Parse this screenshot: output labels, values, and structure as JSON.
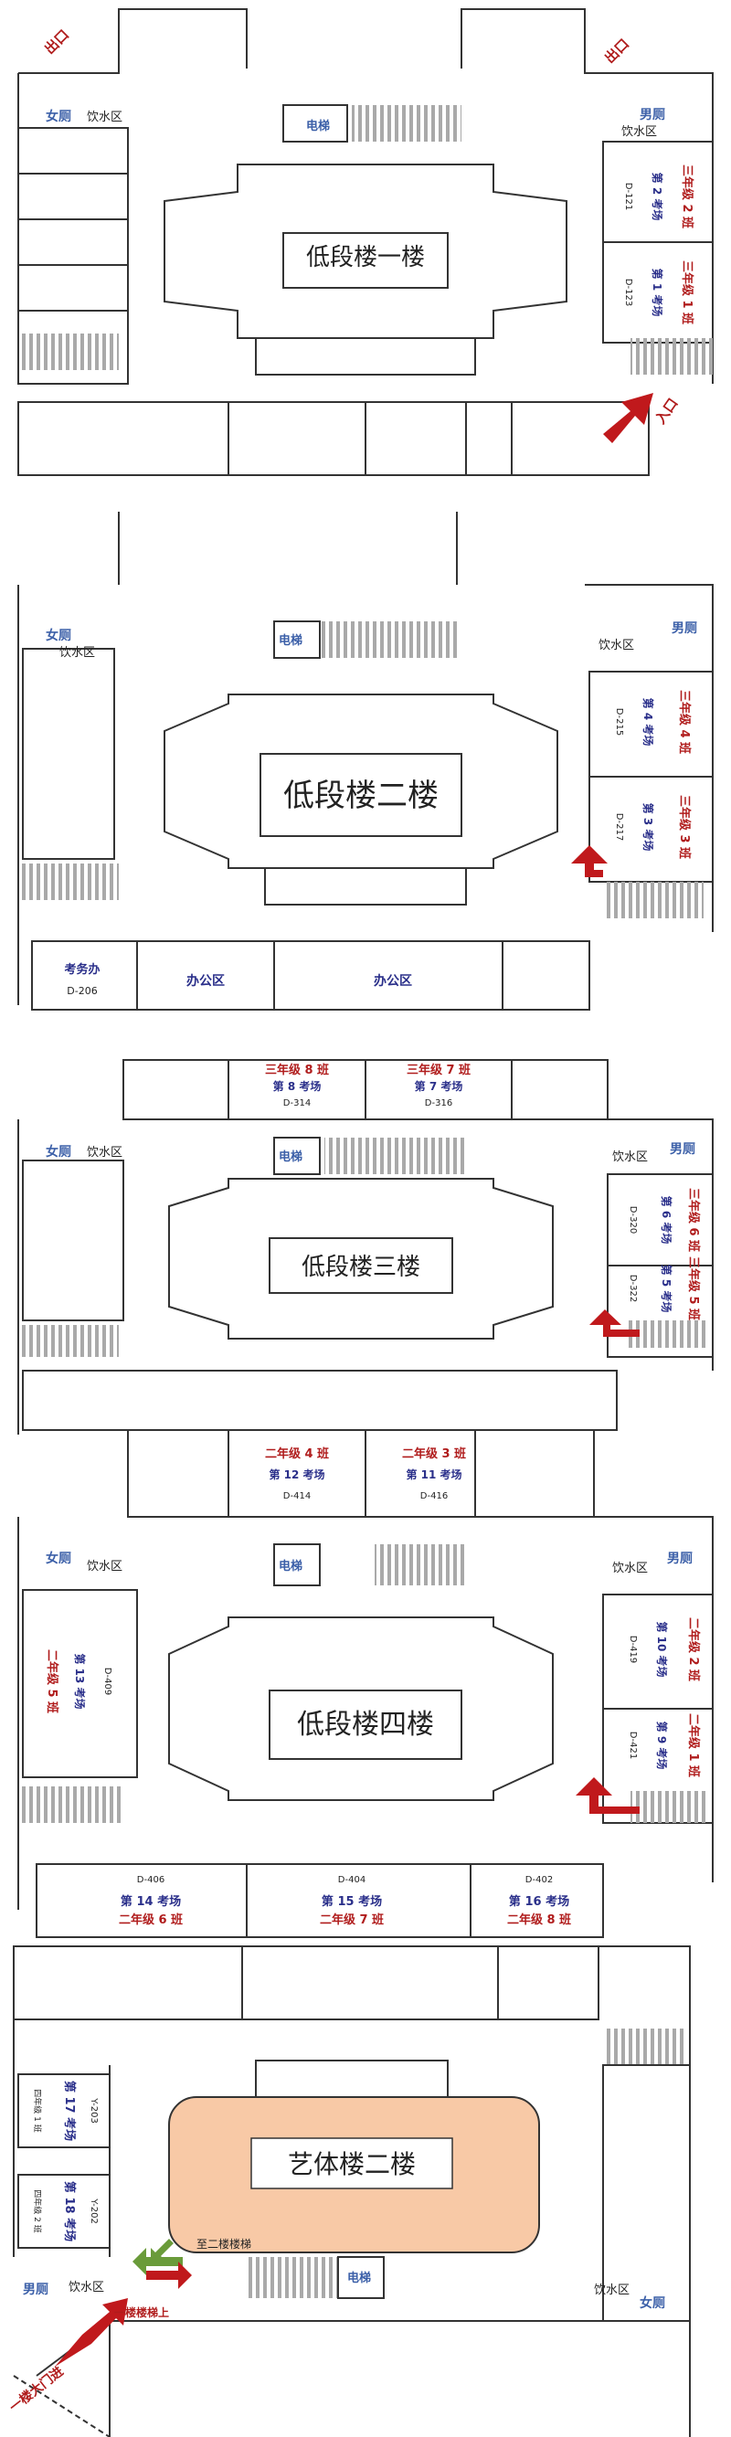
{
  "colors": {
    "wc": "#3b5fa8",
    "class_red": "#b01c1c",
    "exam_navy": "#2a2f8a",
    "arrow_red": "#c0191c",
    "arrow_green": "#6a9b3a",
    "stage": "#f8c9a6"
  },
  "common": {
    "wc_female": "女厕",
    "wc_male": "男厕",
    "water": "饮水区",
    "elevator": "电梯"
  },
  "floor1": {
    "title": "低段楼一楼",
    "exit": "出口",
    "entrance": "入口",
    "r_top": {
      "code": "D-121",
      "exam": "第 2 考场",
      "cls": "三年级 2 班"
    },
    "r_bot": {
      "code": "D-123",
      "exam": "第 1 考场",
      "cls": "三年级 1 班"
    }
  },
  "floor2": {
    "title": "低段楼二楼",
    "r_top": {
      "code": "D-215",
      "exam": "第 4 考场",
      "cls": "三年级 4 班"
    },
    "r_bot": {
      "code": "D-217",
      "exam": "第 3 考场",
      "cls": "三年级 3 班"
    },
    "exam_office": "考务办",
    "exam_office_code": "D-206",
    "office1": "办公区",
    "office2": "办公区"
  },
  "floor3": {
    "title": "低段楼三楼",
    "top1": {
      "cls": "三年级 8 班",
      "exam": "第 8 考场",
      "code": "D-314"
    },
    "top2": {
      "cls": "三年级 7 班",
      "exam": "第 7 考场",
      "code": "D-316"
    },
    "r_top": {
      "code": "D-320",
      "exam": "第 6 考场",
      "cls": "三年级 6 班"
    },
    "r_bot": {
      "code": "D-322",
      "exam": "第 5 考场",
      "cls": "三年级 5 班"
    }
  },
  "floor4": {
    "title": "低段楼四楼",
    "top1": {
      "cls": "二年级 4 班",
      "exam": "第 12 考场",
      "code": "D-414"
    },
    "top2": {
      "cls": "二年级 3 班",
      "exam": "第 11 考场",
      "code": "D-416"
    },
    "left": {
      "cls": "二年级 5 班",
      "exam": "第 13 考场",
      "code": "D-409"
    },
    "r_top": {
      "code": "D-419",
      "exam": "第 10 考场",
      "cls": "二年级 2 班"
    },
    "r_bot": {
      "code": "D-421",
      "exam": "第 9 考场",
      "cls": "二年级 1 班"
    },
    "b1": {
      "code": "D-406",
      "exam": "第 14 考场",
      "cls": "二年级 6 班"
    },
    "b2": {
      "code": "D-404",
      "exam": "第 15 考场",
      "cls": "二年级 7 班"
    },
    "b3": {
      "code": "D-402",
      "exam": "第 16 考场",
      "cls": "二年级 8 班"
    }
  },
  "floor5": {
    "title": "艺体楼二楼",
    "l1": {
      "cls": "四年级 1 班",
      "exam": "第 17 考场",
      "code": "Y-203"
    },
    "l2": {
      "cls": "四年级 2 班",
      "exam": "第 18 考场",
      "code": "Y-202"
    },
    "to_second": "至二楼楼梯",
    "first_up": "一楼楼梯上",
    "gate": "一楼大门进"
  }
}
